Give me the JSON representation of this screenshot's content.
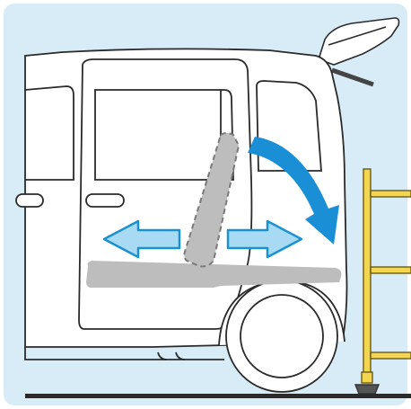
{
  "illustration": {
    "subject": "minivan-rear-with-sliding-seat-and-lift-stand",
    "colors": {
      "background": "#d8ecf7",
      "frame_border": "#cfe6f5",
      "vehicle_fill": "#ffffff",
      "vehicle_outline": "#2a2a2a",
      "seat_fill": "#bdbdbd",
      "arrow_fill": "#a9daf3",
      "arrow_stroke": "#1a92d2",
      "rotate_arrow": "#1a8fd6",
      "stand_fill": "#f3d64f",
      "stand_outline": "#6b5a17",
      "ground": "#2a2a2a"
    },
    "icons": [
      "slide-left-arrow",
      "slide-right-arrow",
      "rotate-arrow",
      "seat-outline",
      "lift-stand"
    ]
  }
}
